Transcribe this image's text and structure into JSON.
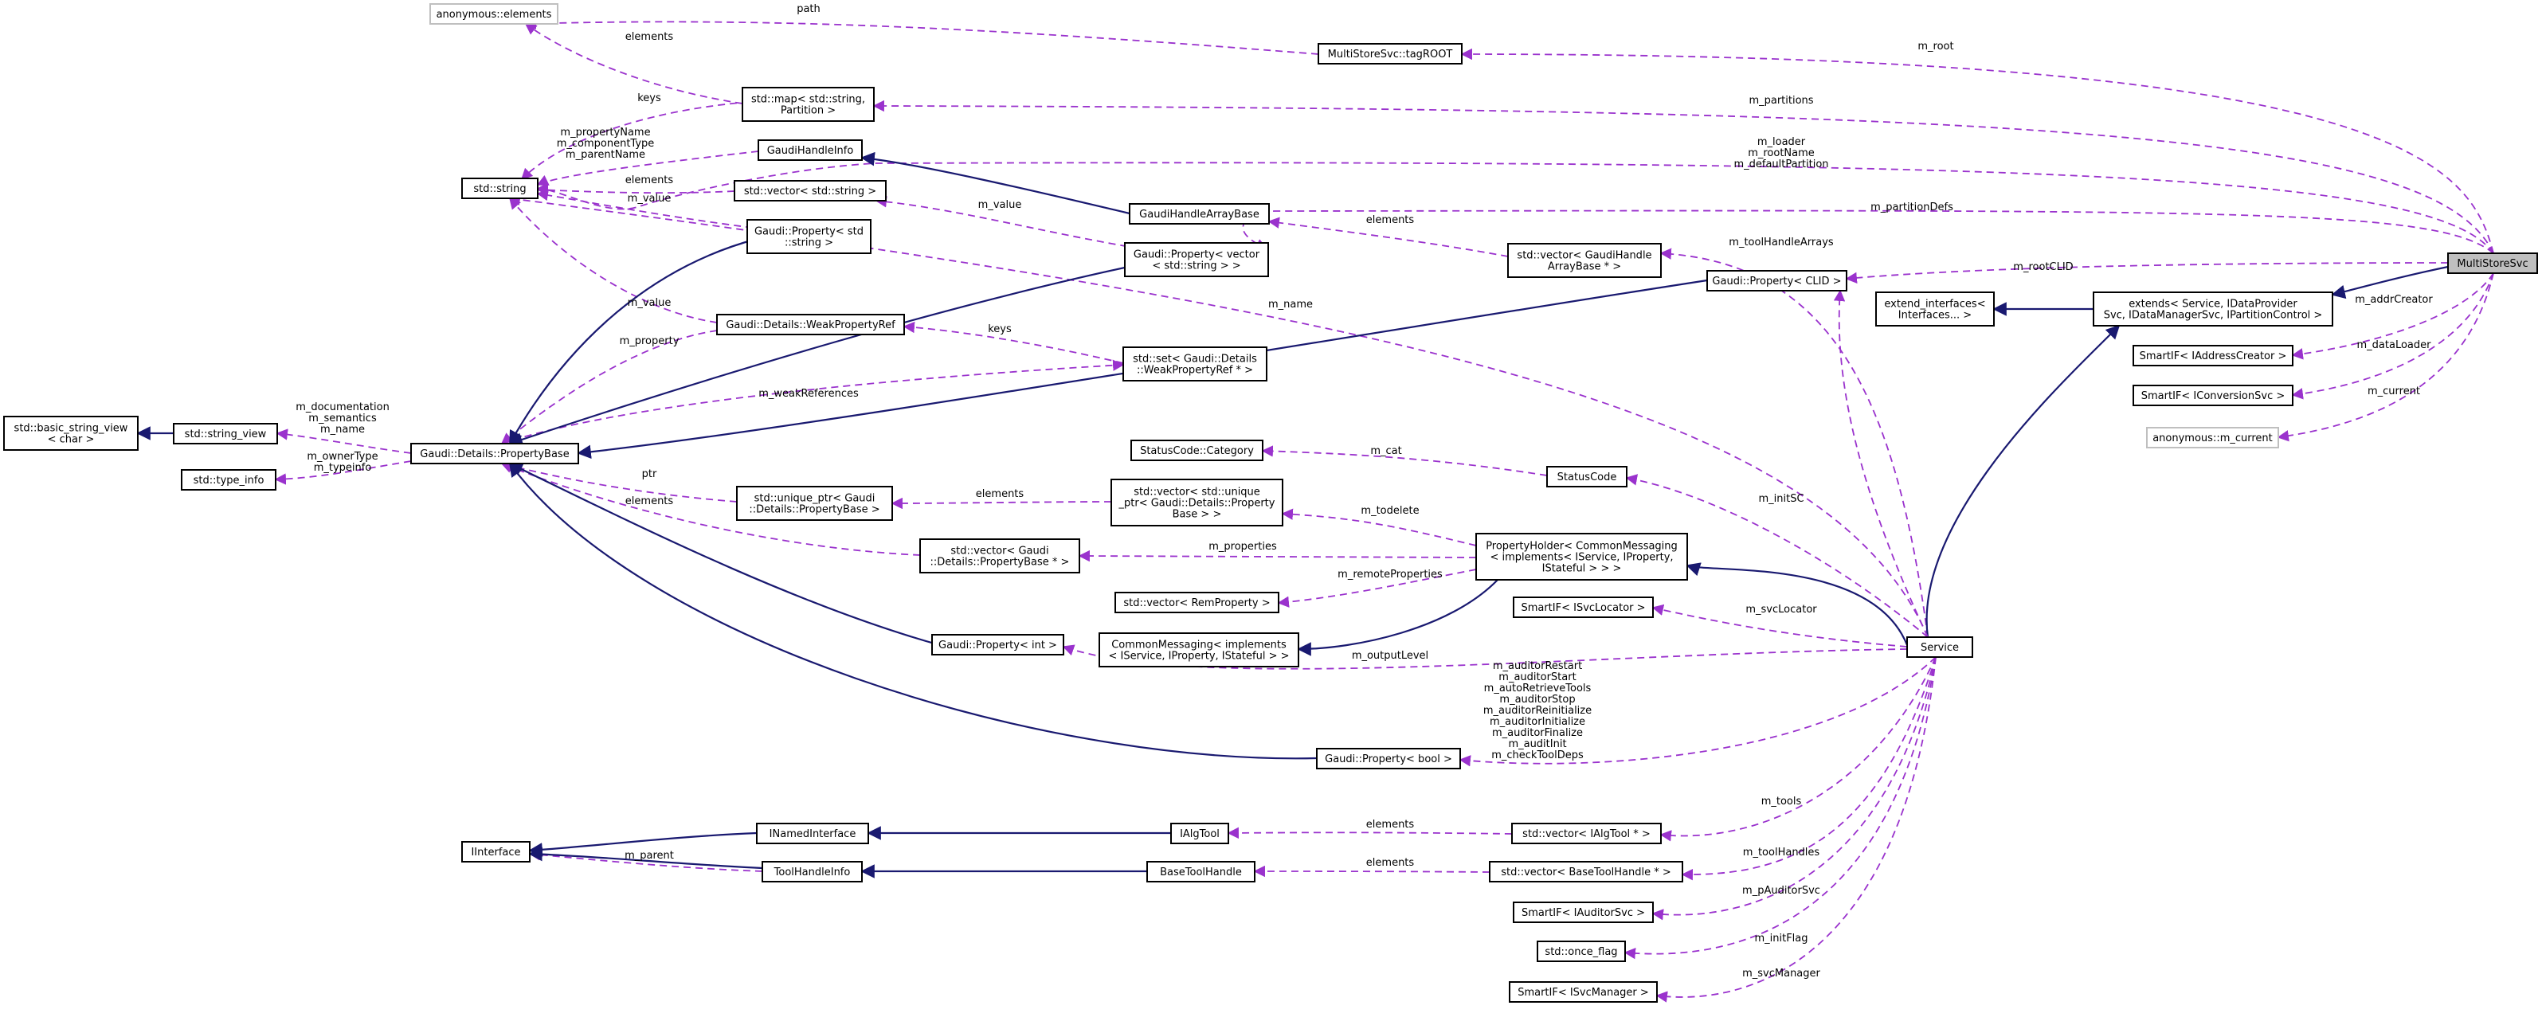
{
  "diagram": {
    "nodes": {
      "anonymous_elements": [
        "anonymous::elements"
      ],
      "tagROOT": [
        "MultiStoreSvc::tagROOT"
      ],
      "map_partition": [
        "std::map< std::string,",
        "Partition >"
      ],
      "gaudi_handle_info": [
        "GaudiHandleInfo"
      ],
      "std_string": [
        "std::string"
      ],
      "vector_string": [
        "std::vector< std::string >"
      ],
      "property_string": [
        "Gaudi::Property< std",
        "::string >"
      ],
      "handle_array_base": [
        "GaudiHandleArrayBase"
      ],
      "property_vector_string": [
        "Gaudi::Property< vector",
        "< std::string > >"
      ],
      "vector_handle_array": [
        "std::vector< GaudiHandle",
        "ArrayBase * >"
      ],
      "property_clid": [
        "Gaudi::Property< CLID >"
      ],
      "multistoresvc": [
        "MultiStoreSvc"
      ],
      "extend_interfaces": [
        "extend_interfaces<",
        "Interfaces... >"
      ],
      "extends": [
        "extends< Service, IDataProvider",
        "Svc, IDataManagerSvc, IPartitionControl >"
      ],
      "smartif_addr": [
        "SmartIF< IAddressCreator >"
      ],
      "smartif_conv": [
        "SmartIF< IConversionSvc >"
      ],
      "anon_current": [
        "anonymous::m_current"
      ],
      "weak_property_ref": [
        "Gaudi::Details::WeakPropertyRef"
      ],
      "set_weak_ref": [
        "std::set< Gaudi::Details",
        "::WeakPropertyRef * >"
      ],
      "basic_string_view": [
        "std::basic_string_view",
        "< char >"
      ],
      "string_view": [
        "std::string_view"
      ],
      "property_base": [
        "Gaudi::Details::PropertyBase"
      ],
      "type_info": [
        "std::type_info"
      ],
      "statuscode_category": [
        "StatusCode::Category"
      ],
      "statuscode": [
        "StatusCode"
      ],
      "unique_ptr_pb": [
        "std::unique_ptr< Gaudi",
        "::Details::PropertyBase >"
      ],
      "vector_unique_ptr": [
        "std::vector< std::unique",
        "_ptr< Gaudi::Details::Property",
        "Base > >"
      ],
      "vector_pb_ptr": [
        "std::vector< Gaudi",
        "::Details::PropertyBase * >"
      ],
      "property_holder": [
        "PropertyHolder< CommonMessaging",
        "< implements< IService, IProperty,",
        "IStateful > > >"
      ],
      "vector_remprop": [
        "std::vector< RemProperty >"
      ],
      "smartif_svclocator": [
        "SmartIF< ISvcLocator >"
      ],
      "common_messaging": [
        "CommonMessaging< implements",
        "< IService, IProperty, IStateful > >"
      ],
      "property_int": [
        "Gaudi::Property< int >"
      ],
      "service": [
        "Service"
      ],
      "property_bool": [
        "Gaudi::Property< bool >"
      ],
      "inamed_interface": [
        "INamedInterface"
      ],
      "ialgtool": [
        "IAlgTool"
      ],
      "vector_ialgtool": [
        "std::vector< IAlgTool * >"
      ],
      "iinterface": [
        "IInterface"
      ],
      "tool_handle_info": [
        "ToolHandleInfo"
      ],
      "base_tool_handle": [
        "BaseToolHandle"
      ],
      "vector_basetoolhandle": [
        "std::vector< BaseToolHandle * >"
      ],
      "smartif_auditor": [
        "SmartIF< IAuditorSvc >"
      ],
      "once_flag": [
        "std::once_flag"
      ],
      "smartif_svcmanager": [
        "SmartIF< ISvcManager >"
      ]
    },
    "edge_labels": {
      "path": [
        "path"
      ],
      "m_root": [
        "m_root"
      ],
      "elements_map": [
        "elements"
      ],
      "keys_map": [
        "keys"
      ],
      "m_partitions": [
        "m_partitions"
      ],
      "handle_info_names": [
        "m_propertyName",
        "m_componentType",
        "m_parentName"
      ],
      "loader_names": [
        "m_loader",
        "m_rootName",
        "m_defaultPartition"
      ],
      "elements_vecstr": [
        "elements"
      ],
      "m_value_prop": [
        "m_value"
      ],
      "m_value_vec": [
        "m_value"
      ],
      "m_partitionDefs": [
        "m_partitionDefs"
      ],
      "elements_handle": [
        "elements"
      ],
      "m_toolHandleArrays": [
        "m_toolHandleArrays"
      ],
      "m_rootCLID": [
        "m_rootCLID"
      ],
      "m_name": [
        "m_name"
      ],
      "m_addrCreator": [
        "m_addrCreator"
      ],
      "m_value_weak": [
        "m_value"
      ],
      "keys_set": [
        "keys"
      ],
      "m_property": [
        "m_property"
      ],
      "m_dataLoader": [
        "m_dataLoader"
      ],
      "m_current": [
        "m_current"
      ],
      "m_weakReferences": [
        "m_weakReferences"
      ],
      "sv_names": [
        "m_documentation",
        "m_semantics",
        "m_name"
      ],
      "ti_names": [
        "m_ownerType",
        "m_typeinfo"
      ],
      "m_cat": [
        "m_cat"
      ],
      "ptr": [
        "ptr"
      ],
      "elements_uptr": [
        "elements"
      ],
      "m_initSC": [
        "m_initSC"
      ],
      "m_todelete": [
        "m_todelete"
      ],
      "elements_pbvec": [
        "elements"
      ],
      "m_properties": [
        "m_properties"
      ],
      "m_remoteProperties": [
        "m_remoteProperties"
      ],
      "m_svcLocator": [
        "m_svcLocator"
      ],
      "m_outputLevel": [
        "m_outputLevel"
      ],
      "bool_names": [
        "m_auditorRestart",
        "m_auditorStart",
        "m_autoRetrieveTools",
        "m_auditorStop",
        "m_auditorReinitialize",
        "m_auditorInitialize",
        "m_auditorFinalize",
        "m_auditInit",
        "m_checkToolDeps"
      ],
      "m_tools": [
        "m_tools"
      ],
      "elements_algtool": [
        "elements"
      ],
      "m_parent": [
        "m_parent"
      ],
      "elements_tool": [
        "elements"
      ],
      "m_toolHandles": [
        "m_toolHandles"
      ],
      "m_pAuditorSvc": [
        "m_pAuditorSvc"
      ],
      "m_initFlag": [
        "m_initFlag"
      ],
      "m_svcManager": [
        "m_svcManager"
      ]
    },
    "colors": {
      "inheritance_edge": "#191970",
      "usage_edge": "#9a32cd",
      "focus_fill": "#bfbfbf",
      "ghost_border": "#bfbfbf"
    }
  }
}
